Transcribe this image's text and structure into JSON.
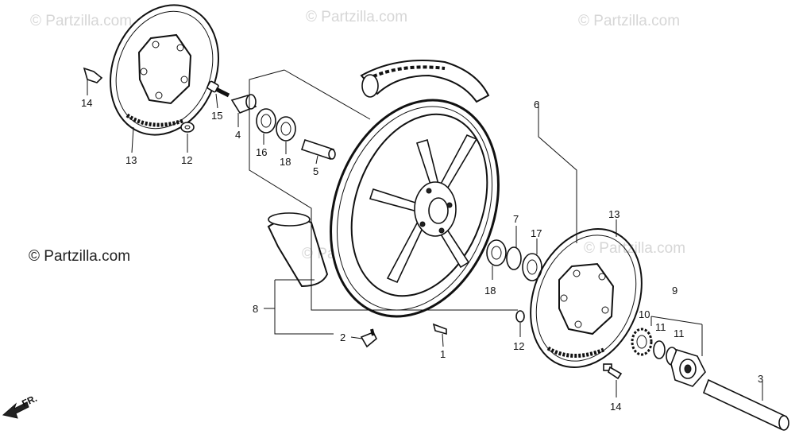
{
  "watermarks": [
    "© Partzilla.com",
    "© Partzilla.com",
    "© Partzilla.com",
    "© Partzilla.com",
    "© Partzilla.com"
  ],
  "credit": "© Partzilla.com",
  "front_label": "FR.",
  "callouts": {
    "p1": "1",
    "p2": "2",
    "p3": "3",
    "p4": "4",
    "p5": "5",
    "p6": "6",
    "p7": "7",
    "p8": "8",
    "p9": "9",
    "p10": "10",
    "p11a": "11",
    "p11b": "11",
    "p12a": "12",
    "p12b": "12",
    "p13a": "13",
    "p13b": "13",
    "p14a": "14",
    "p14b": "14",
    "p15": "15",
    "p16": "16",
    "p17": "17",
    "p18a": "18",
    "p18b": "18"
  }
}
